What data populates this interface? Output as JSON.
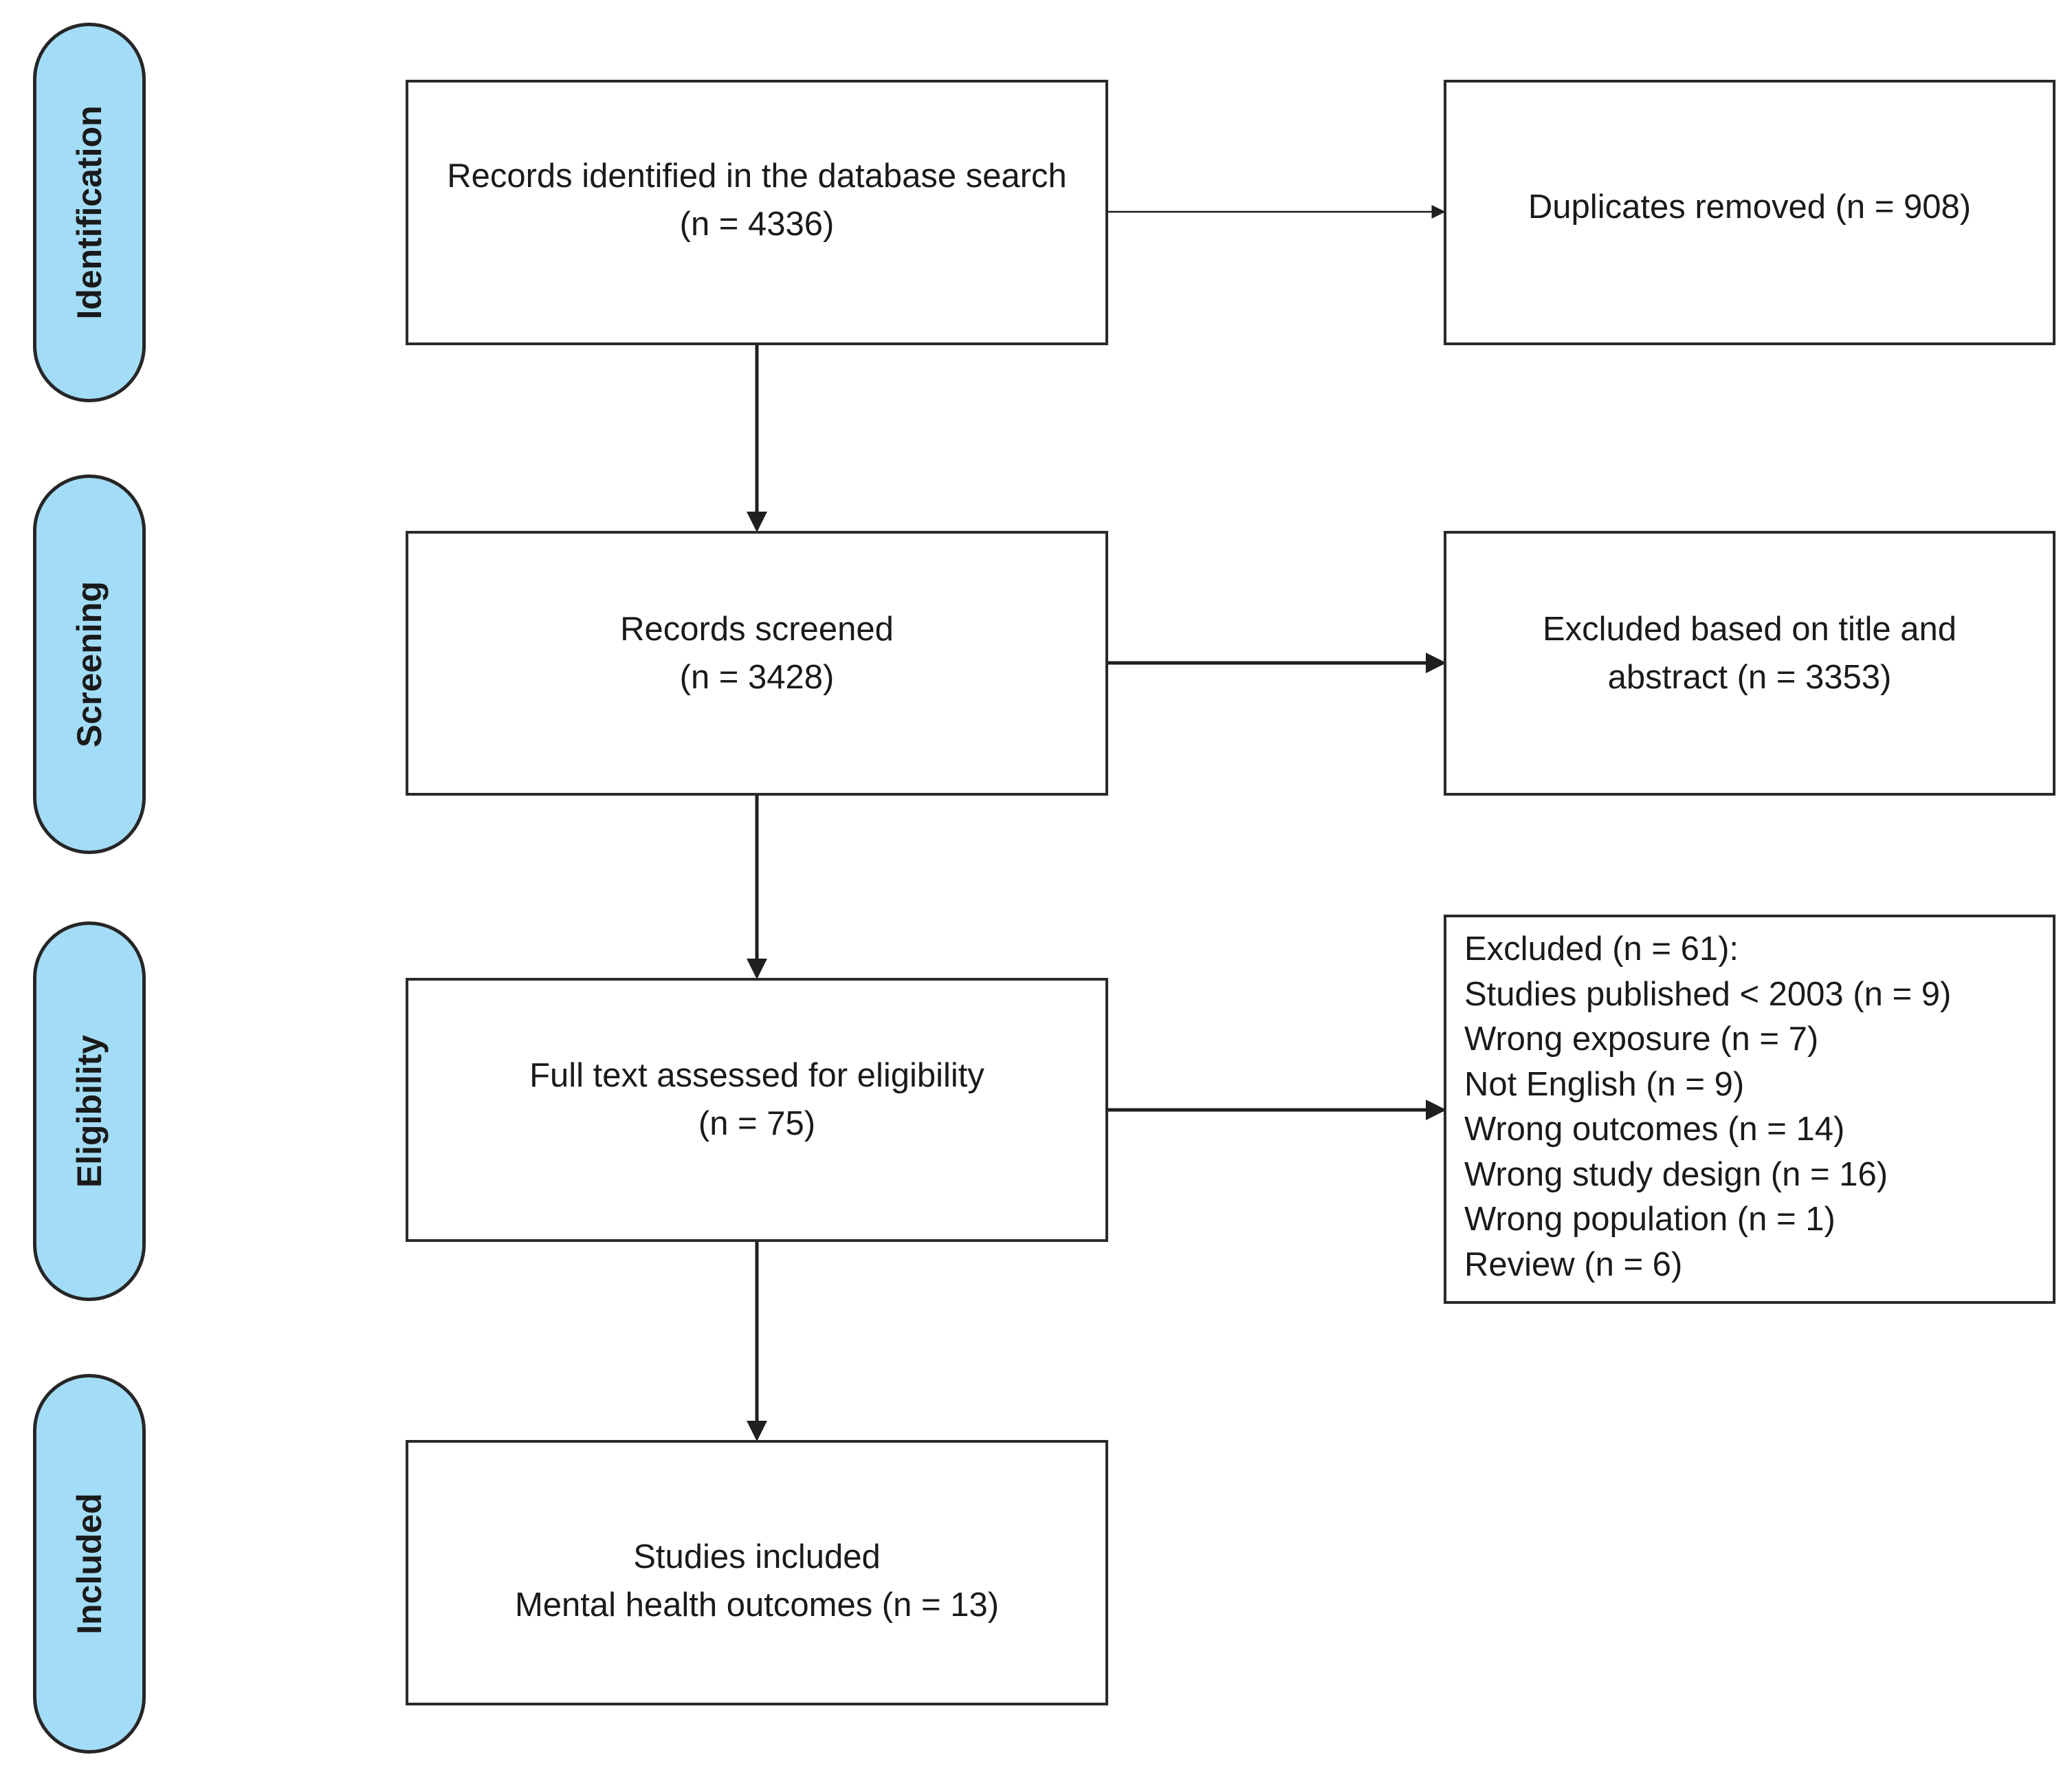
{
  "phases": [
    {
      "label": "Identification"
    },
    {
      "label": "Screening"
    },
    {
      "label": "Eligibility"
    },
    {
      "label": "Included"
    }
  ],
  "records_identified": {
    "lines": [
      "Records identified in the database search",
      "(n = 4336)"
    ]
  },
  "duplicates_removed": {
    "lines": [
      "Duplicates removed (n = 908)"
    ]
  },
  "records_screened": {
    "lines": [
      "Records screened",
      "(n = 3428)"
    ]
  },
  "excluded_title_abstract": {
    "lines": [
      "Excluded based on title and",
      "abstract (n = 3353)"
    ]
  },
  "full_text_assessed": {
    "lines": [
      "Full text assessed for eligibility",
      "(n = 75)"
    ]
  },
  "full_text_excluded": {
    "lines": [
      "Excluded (n = 61):",
      "Studies published < 2003 (n = 9)",
      "Wrong exposure (n = 7)",
      "Not English (n = 9)",
      "Wrong outcomes (n = 14)",
      "Wrong study design (n = 16)",
      "Wrong population (n = 1)",
      "Review (n = 6)"
    ]
  },
  "studies_included": {
    "lines": [
      "Studies included",
      "Mental health outcomes (n = 13)"
    ]
  }
}
